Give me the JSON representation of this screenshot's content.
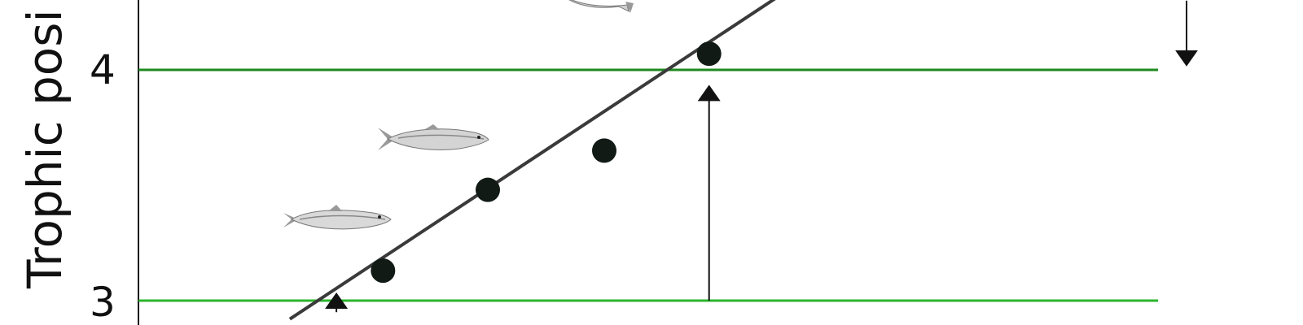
{
  "chart_data": {
    "type": "scatter",
    "ylabel": "Trophic posi",
    "yticks": [
      3,
      4
    ],
    "y_range_visible": [
      2.95,
      4.3
    ],
    "x_range_visible": [
      0,
      1
    ],
    "series": [
      {
        "values": [
          {
            "x": 0.21,
            "y": 3.13
          },
          {
            "x": 0.3,
            "y": 3.48
          },
          {
            "x": 0.4,
            "y": 3.65
          },
          {
            "x": 0.49,
            "y": 4.07
          }
        ]
      }
    ],
    "regression_line": {
      "x": [
        0.13,
        0.55
      ],
      "y": [
        2.92,
        4.32
      ]
    },
    "reference_lines": [
      {
        "y": 4,
        "color": "#1e8a1e"
      },
      {
        "y": 3,
        "color": "#2bb52b"
      }
    ],
    "arrows": [
      {
        "x": 0.49,
        "from_y": 3.0,
        "to_y": 3.9,
        "direction": "up"
      },
      {
        "x": 0.9,
        "from_y": 4.3,
        "to_y": 4.05,
        "direction": "down"
      },
      {
        "x": 0.17,
        "from_y": 2.95,
        "to_y": 3.0,
        "direction": "up"
      }
    ],
    "grid": false,
    "legend": "none",
    "axis_color": "#111111",
    "point_color": "#111a15",
    "line_color": "#3a3a3a"
  },
  "icons": {
    "fish_small": "sardine-illustration",
    "fish_medium": "herring-illustration",
    "fish_top": "predatory-fish-illustration"
  }
}
